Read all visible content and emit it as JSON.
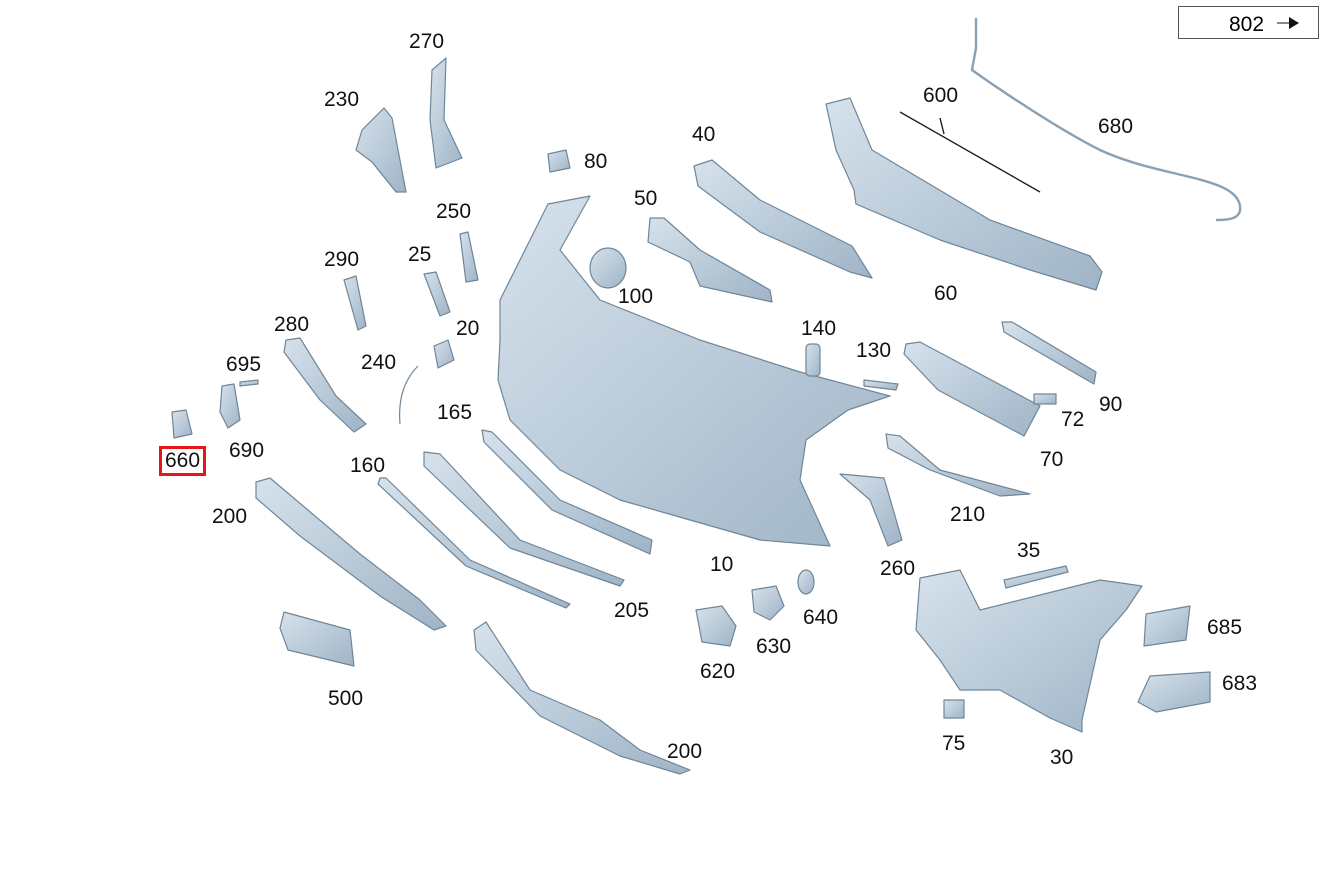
{
  "nav": {
    "label": "802",
    "icon": "arrow-right-icon"
  },
  "highlight_color": "#e8141b",
  "part_color": "#b9cad8",
  "part_edge_color": "#6f8698",
  "labels": [
    {
      "id": "270",
      "text": "270"
    },
    {
      "id": "230",
      "text": "230"
    },
    {
      "id": "80",
      "text": "80"
    },
    {
      "id": "40",
      "text": "40"
    },
    {
      "id": "600",
      "text": "600"
    },
    {
      "id": "680",
      "text": "680"
    },
    {
      "id": "50",
      "text": "50"
    },
    {
      "id": "250",
      "text": "250"
    },
    {
      "id": "290",
      "text": "290"
    },
    {
      "id": "25",
      "text": "25"
    },
    {
      "id": "100",
      "text": "100"
    },
    {
      "id": "60",
      "text": "60"
    },
    {
      "id": "280",
      "text": "280"
    },
    {
      "id": "20",
      "text": "20"
    },
    {
      "id": "140",
      "text": "140"
    },
    {
      "id": "130",
      "text": "130"
    },
    {
      "id": "695",
      "text": "695"
    },
    {
      "id": "240",
      "text": "240"
    },
    {
      "id": "90",
      "text": "90"
    },
    {
      "id": "72",
      "text": "72"
    },
    {
      "id": "165",
      "text": "165"
    },
    {
      "id": "690",
      "text": "690"
    },
    {
      "id": "660",
      "text": "660",
      "highlight": true
    },
    {
      "id": "160",
      "text": "160"
    },
    {
      "id": "70",
      "text": "70"
    },
    {
      "id": "200a",
      "text": "200"
    },
    {
      "id": "210",
      "text": "210"
    },
    {
      "id": "35",
      "text": "35"
    },
    {
      "id": "10",
      "text": "10"
    },
    {
      "id": "260",
      "text": "260"
    },
    {
      "id": "205",
      "text": "205"
    },
    {
      "id": "640",
      "text": "640"
    },
    {
      "id": "685",
      "text": "685"
    },
    {
      "id": "630",
      "text": "630"
    },
    {
      "id": "620",
      "text": "620"
    },
    {
      "id": "683",
      "text": "683"
    },
    {
      "id": "500",
      "text": "500"
    },
    {
      "id": "75",
      "text": "75"
    },
    {
      "id": "30",
      "text": "30"
    },
    {
      "id": "200b",
      "text": "200"
    }
  ]
}
